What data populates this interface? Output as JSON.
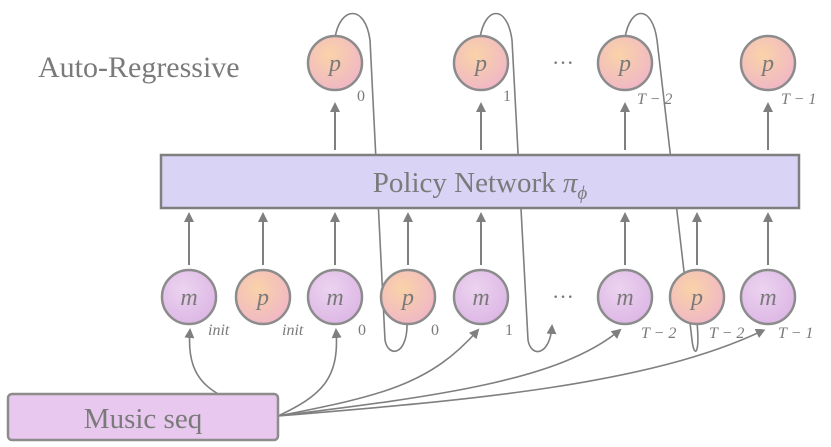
{
  "title": "Auto-Regressive",
  "policy_network": {
    "label": "Policy Network ",
    "symbol": "π",
    "subscript": "ϕ"
  },
  "input_label": "Music seq",
  "ellipsis": "···",
  "output_tokens": [
    {
      "letter": "p",
      "sub": "0"
    },
    {
      "letter": "p",
      "sub": "1"
    },
    {
      "letter": "p",
      "sub": "T − 2"
    },
    {
      "letter": "p",
      "sub": "T − 1"
    }
  ],
  "input_tokens": [
    {
      "letter": "m",
      "sub": "init",
      "kind": "music"
    },
    {
      "letter": "p",
      "sub": "init",
      "kind": "policy"
    },
    {
      "letter": "m",
      "sub": "0",
      "kind": "music"
    },
    {
      "letter": "p",
      "sub": "0",
      "kind": "policy"
    },
    {
      "letter": "m",
      "sub": "1",
      "kind": "music"
    },
    {
      "letter": "m",
      "sub": "T − 2",
      "kind": "music"
    },
    {
      "letter": "p",
      "sub": "T − 2",
      "kind": "policy"
    },
    {
      "letter": "m",
      "sub": "T − 1",
      "kind": "music"
    }
  ],
  "colors": {
    "music_node_fill": "#e6c6ec",
    "policy_node_fill_center": "#f7c6a4",
    "policy_node_fill_edge": "#f0b8c8",
    "network_fill": "#d9d3f5",
    "input_box_fill": "#e8c8ef",
    "stroke": "#7f7f7f"
  }
}
